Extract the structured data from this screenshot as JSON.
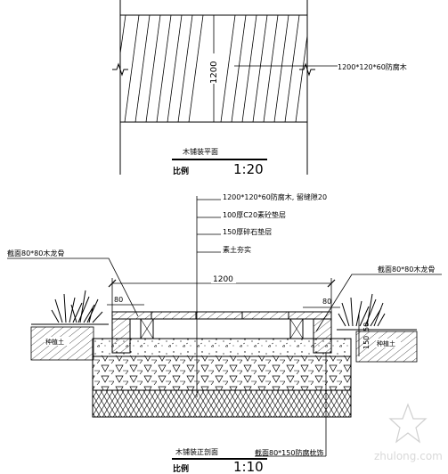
{
  "plan": {
    "dimension": "1200",
    "callout": "1200*120*60防腐木",
    "title": "木铺装平面",
    "scale_label": "比例",
    "scale_value": "1:20"
  },
  "section": {
    "layers": [
      "1200*120*60防腐木, 留缝隙20",
      "100厚C20素砼垫层",
      "150厚碎石垫层",
      "素土夯实"
    ],
    "left_callout": "截面80*80木龙骨",
    "right_callout": "截面80*80木龙骨",
    "width_dimension": "1200",
    "left_offset": "80",
    "right_offset": "80",
    "right_height_1": "50",
    "right_height_2": "150",
    "left_label": "种植土",
    "right_label": "种植土",
    "bottom_callout": "截面80*150防腐枕饰",
    "title": "木铺装正剖面",
    "scale_label": "比例",
    "scale_value": "1:10"
  },
  "watermark": "zhulong.com"
}
